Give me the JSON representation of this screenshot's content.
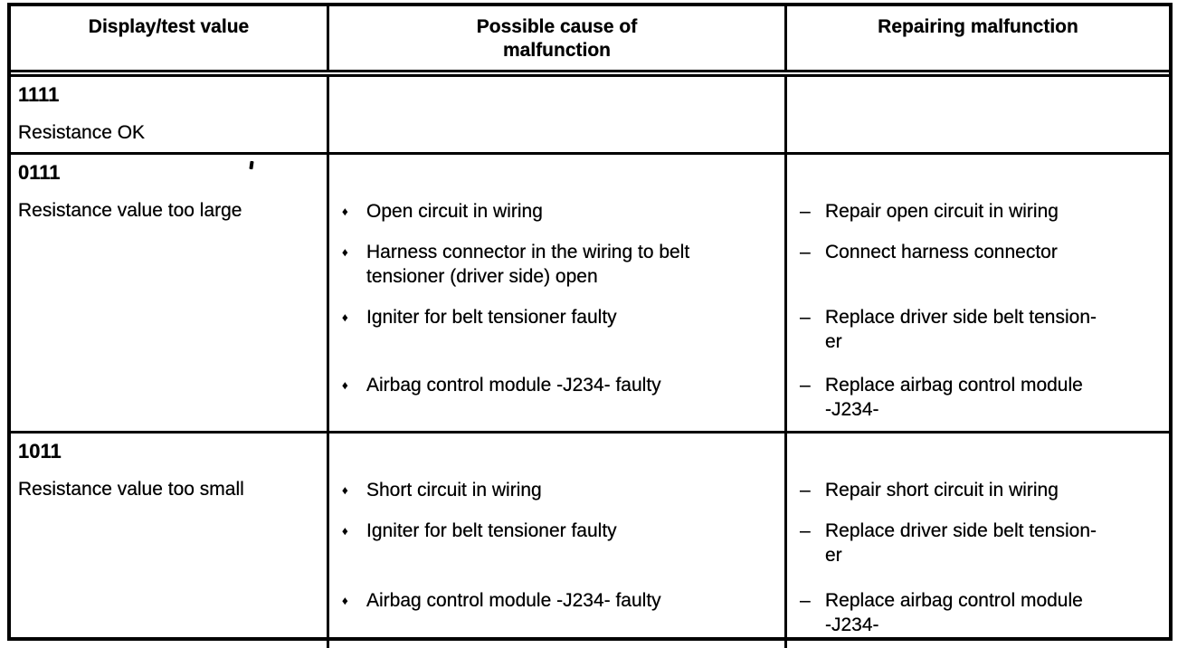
{
  "table": {
    "headers": [
      "Display/test value",
      "Possible cause of\nmalfunction",
      "Repairing malfunction"
    ],
    "bullets": {
      "cause": "♦",
      "repair": "–"
    },
    "rows": [
      {
        "code": "1111",
        "description": "Resistance OK",
        "pairs": []
      },
      {
        "code": "0111",
        "description": "Resistance value too large",
        "pairs": [
          {
            "cause": "Open circuit in wiring",
            "repair": "Repair open circuit in wiring"
          },
          {
            "cause": "Harness connector in the wiring to belt\ntensioner (driver side) open",
            "repair": "Connect harness connector"
          },
          {
            "cause": "Igniter for belt tensioner faulty",
            "repair": "Replace driver side belt tension-\ner"
          },
          {
            "cause": "Airbag control module -J234- faulty",
            "repair": "Replace airbag control module\n-J234-"
          }
        ]
      },
      {
        "code": "1011",
        "description": "Resistance value too small",
        "pairs": [
          {
            "cause": "Short circuit in wiring",
            "repair": "Repair short circuit in wiring"
          },
          {
            "cause": "Igniter for belt tensioner faulty",
            "repair": "Replace driver side belt tension-\ner"
          },
          {
            "cause": "Airbag control module -J234- faulty",
            "repair": "Replace airbag control module\n-J234-"
          }
        ]
      }
    ]
  }
}
